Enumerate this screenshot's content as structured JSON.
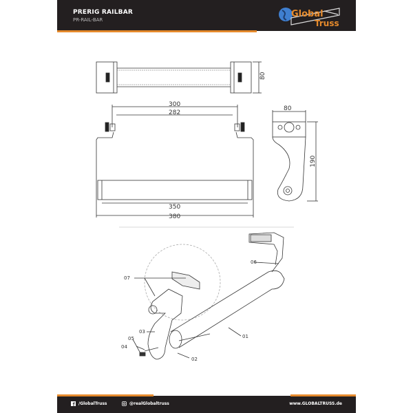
{
  "header": {
    "title": "PRERIG RAILBAR",
    "subtitle": "PR-RAIL-BAR",
    "logo_text_top": "Global",
    "logo_text_bottom": "Truss"
  },
  "drawing": {
    "top_view": {
      "height_dim": "80"
    },
    "front_view": {
      "dims": {
        "outer_top": "300",
        "inner_top": "282",
        "inner_bottom": "350",
        "outer_bottom": "380"
      }
    },
    "side_view": {
      "width_dim": "80",
      "height_dim": "190"
    },
    "exploded_view": {
      "part_labels": [
        "01",
        "02",
        "03",
        "04",
        "05",
        "06",
        "07"
      ]
    }
  },
  "footer": {
    "facebook": "/GlobalTruss",
    "instagram": "@realGlobaltruss",
    "website": "www.GLOBALTRUSS.de"
  },
  "colors": {
    "dark": "#231f20",
    "accent": "#e58a2c"
  }
}
